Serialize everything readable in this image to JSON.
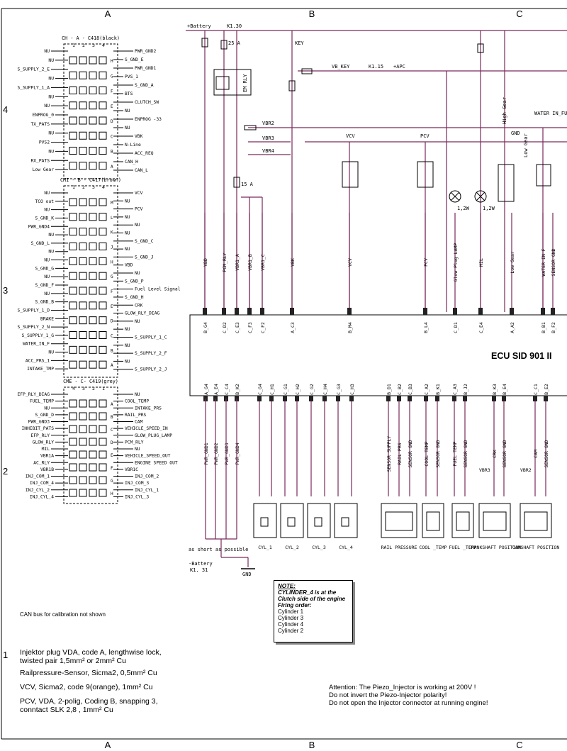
{
  "grid": {
    "cols": [
      "A",
      "B",
      "C"
    ],
    "rows": [
      "4",
      "3",
      "2",
      "1"
    ]
  },
  "connectors": [
    {
      "id": "cha",
      "title": "CH - A - C418(black)",
      "header": [
        "1",
        "2",
        "3",
        "4"
      ],
      "left": [
        "NU",
        "NU",
        "S_SUPPLY_2_E",
        "NU",
        "S_SUPPLY_1_A",
        "NU",
        "NU",
        "ENPROG_0",
        "TX_PATS",
        "NU",
        "PVS2",
        "NU",
        "RX_PATS",
        "Low Gear"
      ],
      "letters": [
        "H",
        "G",
        "F",
        "E",
        "D",
        "C",
        "B",
        "A"
      ],
      "right": [
        "PWR_GND2",
        "S_GND_E",
        "PWR_GND1",
        "PVS_1",
        "S_GND_A",
        "BTS",
        "CLUTCH_SW",
        "NU",
        "ENPROG -33",
        "NU",
        "VBK",
        "N-Line",
        "ACC_REQ",
        "CAN_H",
        "CAN_L"
      ]
    },
    {
      "id": "chb",
      "title": "CMI - B - C417(brown)",
      "header": [
        "1",
        "2",
        "3",
        "4"
      ],
      "left": [
        "NU",
        "TCO out",
        "NU",
        "S_GND_K",
        "PWR_GND4",
        "NU",
        "S_GND_L",
        "NU",
        "NU",
        "S_GND_G",
        "NU",
        "S_GND_F",
        "NU",
        "S_GND_B",
        "S_SUPPLY_1_D",
        "BRAKE",
        "S_SUPPLY_2_N",
        "S_SUPPLY_1_G",
        "WATER_IN_F",
        "NU",
        "ACC_PRS_1",
        "INTAKE_TMP"
      ],
      "letters": [
        "M",
        "L",
        "K",
        "J",
        "H",
        "G",
        "F",
        "E",
        "D",
        "C",
        "B",
        "A"
      ],
      "right": [
        "VCV",
        "NU",
        "PCV",
        "NU",
        "NU",
        "NU",
        "S_GND_C",
        "NU",
        "S_GND_J",
        "VBD",
        "NU",
        "S_GND_P",
        "Fuel Level Signal",
        "S_GND_H",
        "CRK",
        "GLOW_RLY_DIAG",
        "NU",
        "NU",
        "S_SUPPLY_1_C",
        "NU",
        "S_SUPPLY_2_F",
        "NU",
        "S_SUPPLY_2_J"
      ]
    },
    {
      "id": "chc",
      "title": "CME - C- C419(grey)",
      "header": [
        "4",
        "3",
        "2",
        "1"
      ],
      "left": [
        "EFP_RLY_DIAG",
        "FUEL_TEMP",
        "NU",
        "S_GND_D",
        "PWR_GND3",
        "INHIBIT_PATS",
        "EFP_RLY",
        "GLOW_RLY",
        "MIL",
        "VBR1A",
        "AC_RLY",
        "VBR1B",
        "INJ_COM_1",
        "INJ_COM_4",
        "INJ_CYL_2",
        "INJ_CYL_4"
      ],
      "letters": [
        "A",
        "B",
        "C",
        "D",
        "E",
        "F",
        "G",
        "H"
      ],
      "right": [
        "NU",
        "COOL_TEMP",
        "INTAKE_PRS",
        "RAIL_PRS",
        "CAM",
        "VEHICLE_SPEED_IN",
        "GLOW_PLUG_LAMP",
        "PCM_RLY",
        "NU",
        "VEHICLE_SPEED_OUT",
        "ENGINE SPEED OUT",
        "VBR1C",
        "INJ_COM_2",
        "INJ_COM_3",
        "INJ_CYL_1",
        "INJ_CYL_3"
      ]
    }
  ],
  "top": {
    "battery": "+Battery",
    "k130": "K1.30",
    "fuse25": "25 A",
    "fuse15": "15 A",
    "key": "KEY",
    "vb_key": "VB_KEY",
    "k115": "K1.15",
    "apc": "+APC",
    "relay": "EM RLY",
    "vbr2": "VBR2",
    "vbr3": "VBR3",
    "vbr4": "VBR4",
    "vcv": "VCV",
    "pcv": "PCV",
    "high_gear": "High Gear",
    "gnd": "GND",
    "low_gear": "Low Gear",
    "water_in_fuel": "WATER IN_FUEL",
    "lamp1": "1,2W",
    "lamp2": "1,2W"
  },
  "ecu": {
    "title": "ECU SID 901 II",
    "top_pins": [
      {
        "wire": "VBD",
        "pin": "B_G4"
      },
      {
        "wire": "PCM_RLY",
        "pin": "C_D2"
      },
      {
        "wire": "VBR1_A",
        "pin": "C_E3"
      },
      {
        "wire": "VBR1_B",
        "pin": "C_F3"
      },
      {
        "wire": "VBR1_C",
        "pin": "C_F2"
      },
      {
        "wire": "VBK",
        "pin": "A_C3"
      },
      {
        "wire": "VCV",
        "pin": "B_M4"
      },
      {
        "wire": "PCV",
        "pin": "B_L4"
      },
      {
        "wire": "Glow Plug LAMP",
        "pin": "C_D1"
      },
      {
        "wire": "MIL",
        "pin": "C_E4"
      },
      {
        "wire": "Low Gear",
        "pin": "A_A2"
      },
      {
        "wire": "WATER IN F",
        "pin": "B_B1"
      },
      {
        "wire": "SENSOR GND",
        "pin": "B_F2"
      }
    ],
    "bottom_pins": [
      "A_G4",
      "A_E4",
      "C_C4",
      "B_K2",
      "C_G4",
      "C_H1",
      "C_G1",
      "C_H2",
      "C_G2",
      "C_H4",
      "C_G3",
      "C_H3",
      "B_D1",
      "C_B2",
      "C_B3",
      "C_A2",
      "B_K1",
      "C_A3",
      "B_J2",
      "B_K3",
      "B_E4",
      "C_C1",
      "B_E2"
    ],
    "pwr_wires": [
      "PWR_GND1",
      "PWR_GND2",
      "PWR_GND3",
      "PWR_GND4"
    ],
    "sensor_wires": [
      "SENSOR SUPPLY",
      "RAIL PRS",
      "SENSOR GND",
      "COOL TEMP",
      "SENSOR GND",
      "FUEL TEMP",
      "SENSOR GND",
      "CRK",
      "SENSOR GND",
      "CAM",
      "SENSOR GND"
    ],
    "vbr3_label": "VBR3",
    "vbr2_label": "VBR2"
  },
  "components": {
    "cylinders": [
      "CYL_1",
      "CYL_2",
      "CYL_3",
      "CYL_4"
    ],
    "rail": "RAIL PRESSURE",
    "cool": "COOL _TEMP",
    "fuel": "FUEL _TEMP",
    "crank": "CRANKSHAFT POSITION",
    "cam": "CAMSHAFT POSITION"
  },
  "ground": {
    "short": "as short as possible",
    "battery": "-Battery",
    "k131": "K1. 31",
    "gnd": "GND"
  },
  "note": {
    "title": "NOTE:",
    "line1": "CYLINDER_4 is at the",
    "line2": "Clutch side of the engine",
    "firing": "Firing order:",
    "order": [
      "Cylinder 1",
      "Cylinder 3",
      "Cylinder 4",
      "Cylinder 2"
    ]
  },
  "can_note": "CAN bus for calibration not shown",
  "legend": {
    "marker": "1",
    "l1a": "Injektor plug VDA, code A, lengthwise lock,",
    "l1b": "twisted pair 1,5mm² or 2mm² Cu",
    "l2": "Railpressure-Sensor, Sicma2, 0,5mm² Cu",
    "l3": "VCV, Sicma2, code 9(orange), 1mm² Cu",
    "l4a": "PCV, VDA, 2-polig, Coding B, snapping 3,",
    "l4b": "conntact SLK 2,8 , 1mm² Cu"
  },
  "attention": {
    "l1": "Attention:  The Piezo_Injector is working at 200V !",
    "l2": "Do not invert the Piezo-Injector polarity!",
    "l3": "Do not open the Injector connector at running engine!"
  }
}
